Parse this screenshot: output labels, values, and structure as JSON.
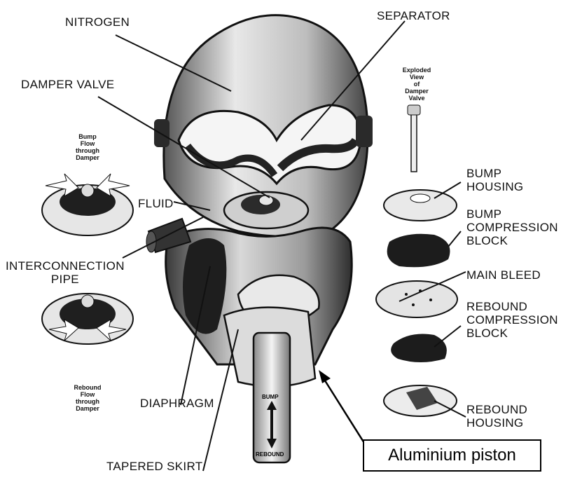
{
  "labels": {
    "nitrogen": "NITROGEN",
    "separator": "SEPARATOR",
    "damper_valve": "DAMPER VALVE",
    "fluid": "FLUID",
    "interconnection_pipe": "INTERCONNECTION\nPIPE",
    "diaphragm": "DIAPHRAGM",
    "tapered_skirt": "TAPERED SKIRT",
    "bump_housing": "BUMP\nHOUSING",
    "bump_compression_block": "BUMP\nCOMPRESSION\nBLOCK",
    "main_bleed": "MAIN BLEED",
    "rebound_compression_block": "REBOUND\nCOMPRESSION\nBLOCK",
    "rebound_housing": "REBOUND\nHOUSING"
  },
  "small_labels": {
    "exploded_view": "Exploded\nView\nof\nDamper\nValve",
    "bump_flow": "Bump\nFlow\nthrough\nDamper",
    "rebound_flow": "Rebound\nFlow\nthrough\nDamper"
  },
  "rod_text": {
    "bump": "BUMP",
    "rebound": "REBOUND"
  },
  "callout": {
    "text": "Aluminium piston"
  }
}
